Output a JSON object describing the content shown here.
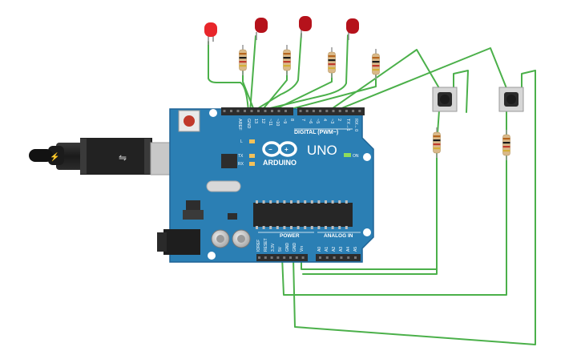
{
  "board": {
    "brand": "ARDUINO",
    "model": "UNO",
    "digital_label": "DIGITAL (PWM~)",
    "power_label": "POWER",
    "analog_label": "ANALOG IN",
    "on_label": "ON",
    "tx_label": "TX",
    "rx_label": "RX",
    "l_label": "L",
    "top_pins": [
      "AREF",
      "GND",
      "13",
      "12",
      "~11",
      "~10",
      "~9",
      "8",
      "7",
      "~6",
      "~5",
      "4",
      "~3",
      "2",
      "TX→1",
      "RX←0"
    ],
    "power_pins": [
      "IOREF",
      "RESET",
      "3.3V",
      "5V",
      "GND",
      "GND",
      "Vin"
    ],
    "analog_pins": [
      "A0",
      "A1",
      "A2",
      "A3",
      "A4",
      "A5"
    ]
  },
  "components": {
    "leds": [
      {
        "name": "led-1",
        "color": "#e8262b"
      },
      {
        "name": "led-2",
        "color": "#b5121b"
      },
      {
        "name": "led-3",
        "color": "#b5121b"
      },
      {
        "name": "led-4",
        "color": "#b5121b"
      }
    ],
    "pushbuttons": [
      "button-1",
      "button-2"
    ],
    "colors": {
      "board": "#2b7fb4",
      "board_edge": "#1f6496",
      "wire": "#4bb04a",
      "header": "#2d2d2d",
      "resistor_body": "#d9b98a"
    }
  }
}
